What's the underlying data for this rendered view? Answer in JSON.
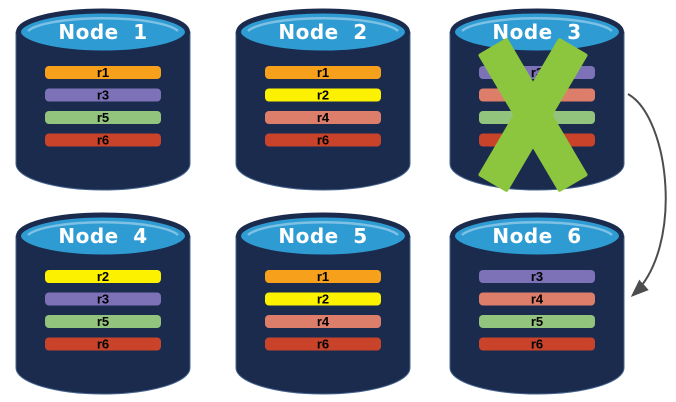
{
  "canvas": {
    "background": "#ffffff"
  },
  "cylinder": {
    "body_color": "#1b2b4d",
    "top_color": "#2e9bd3",
    "outline_color": "#46648f",
    "title_color": "#ffffff",
    "bar_label_color": "#000000"
  },
  "nodes": [
    {
      "title": "Node 1",
      "bars": [
        {
          "label": "r1",
          "color": "#f7a01c"
        },
        {
          "label": "r3",
          "color": "#7d72b8"
        },
        {
          "label": "r5",
          "color": "#92c47d"
        },
        {
          "label": "r6",
          "color": "#c9432b"
        }
      ]
    },
    {
      "title": "Node 2",
      "bars": [
        {
          "label": "r1",
          "color": "#f7a01c"
        },
        {
          "label": "r2",
          "color": "#fcf200"
        },
        {
          "label": "r4",
          "color": "#dd7e6b"
        },
        {
          "label": "r6",
          "color": "#c9432b"
        }
      ]
    },
    {
      "title": "Node 3",
      "bars": [
        {
          "label": "r3",
          "color": "#7d72b8"
        },
        {
          "label": "r4",
          "color": "#dd7e6b"
        },
        {
          "label": "r5",
          "color": "#92c47d"
        },
        {
          "label": "r6",
          "color": "#c9432b"
        }
      ]
    },
    {
      "title": "Node 4",
      "bars": [
        {
          "label": "r2",
          "color": "#fcf200"
        },
        {
          "label": "r3",
          "color": "#7d72b8"
        },
        {
          "label": "r5",
          "color": "#92c47d"
        },
        {
          "label": "r6",
          "color": "#c9432b"
        }
      ]
    },
    {
      "title": "Node 5",
      "bars": [
        {
          "label": "r1",
          "color": "#f7a01c"
        },
        {
          "label": "r2",
          "color": "#fcf200"
        },
        {
          "label": "r4",
          "color": "#dd7e6b"
        },
        {
          "label": "r6",
          "color": "#c9432b"
        }
      ]
    },
    {
      "title": "Node 6",
      "bars": [
        {
          "label": "r3",
          "color": "#7d72b8"
        },
        {
          "label": "r4",
          "color": "#dd7e6b"
        },
        {
          "label": "r5",
          "color": "#92c47d"
        },
        {
          "label": "r6",
          "color": "#c9432b"
        }
      ]
    }
  ],
  "failure_marker": {
    "shape": "x-cross",
    "color": "#8cc63f",
    "over_node": "Node 3"
  },
  "arrow": {
    "from_node": "Node 3",
    "to_node": "Node 6",
    "color": "#4d4d4d"
  }
}
